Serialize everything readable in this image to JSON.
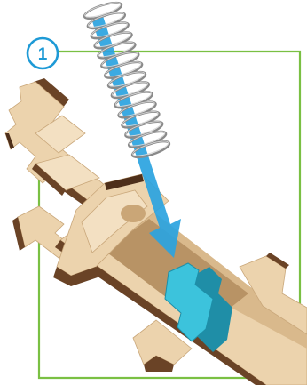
{
  "step": {
    "number": "1"
  },
  "colors": {
    "frame": "#7ac043",
    "badge": "#1e9ad6",
    "plywood_face": "#ecd3ad",
    "plywood_edge": "#6a4326",
    "blue_part": "#3cc3dc",
    "arrow": "#2aa3e0",
    "spring": "#8a8a8a"
  },
  "illustration": {
    "parts": [
      "spring",
      "plywood-frame",
      "blue-slider-part"
    ],
    "icons": [
      "down-arrow-icon"
    ]
  }
}
